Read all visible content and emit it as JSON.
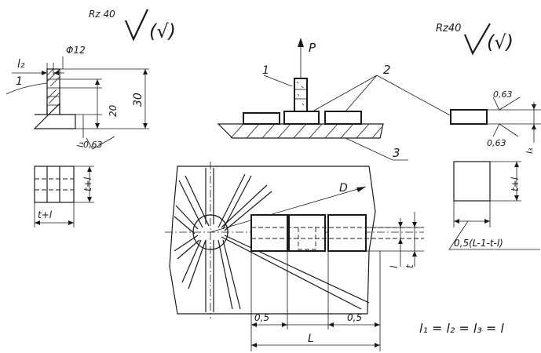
{
  "roughness": {
    "left": {
      "value": "Rz 40",
      "paren": "(√)"
    },
    "right": {
      "value": "Rz40",
      "paren": "(√)"
    }
  },
  "left_detail": {
    "l2": "l₂",
    "leader_1": "1",
    "diameter": "Φ12",
    "dim_20": "20",
    "dim_30": "30",
    "l1": "l₁",
    "roughness_063": "0,63",
    "square_dim": "t+l",
    "square_bottom": "t+l"
  },
  "center_assembly": {
    "force": "P",
    "leader_1": "1",
    "leader_2": "2",
    "leader_3": "3"
  },
  "right_detail": {
    "top_063": "0,63",
    "bottom_063": "0,63",
    "l3": "l₃",
    "square_dim": "t+l",
    "formula": "0,5(L-1-t-l)"
  },
  "plan_view": {
    "diameter": "D",
    "dim_l": "l",
    "dim_t": "t",
    "dim_left_05": "0,5",
    "dim_right_05": "0,5",
    "dim_L": "L"
  },
  "equation": "l₁ = l₂ = l₃ = l"
}
